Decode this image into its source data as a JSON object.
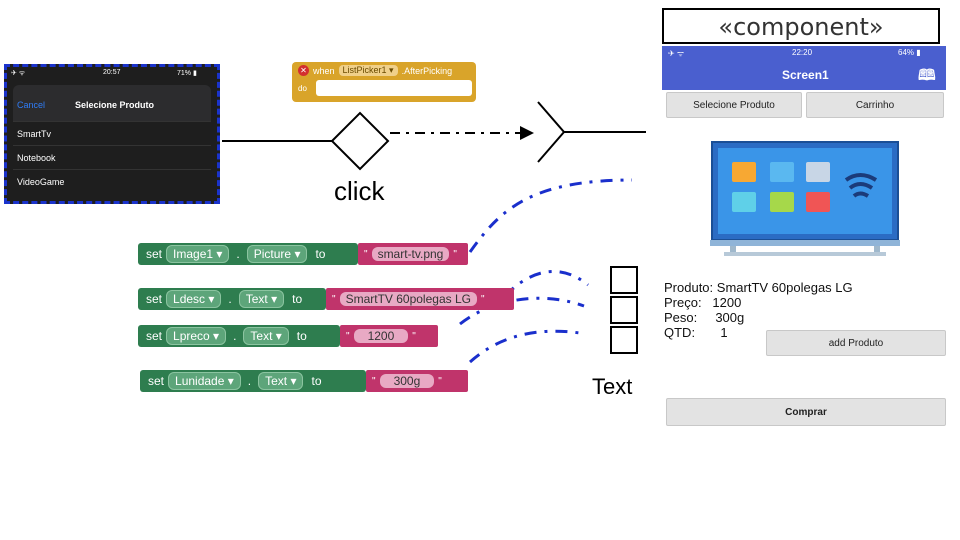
{
  "diagram": {
    "component_label": "«component»",
    "click_label": "click",
    "text_label": "Text"
  },
  "left_phone": {
    "status_time": "20:57",
    "status_battery": "71%",
    "cancel": "Cancel",
    "title": "Selecione Produto",
    "items": [
      "SmartTv",
      "Notebook",
      "VideoGame"
    ]
  },
  "event_block": {
    "when": "when",
    "picker": "ListPicker1",
    "event": ".AfterPicking",
    "do": "do"
  },
  "blocks": [
    {
      "set": "set",
      "component": "Image1",
      "property": "Picture",
      "to": "to",
      "value": "smart-tv.png"
    },
    {
      "set": "set",
      "component": "Ldesc",
      "property": "Text",
      "to": "to",
      "value": "SmartTV 60polegas LG"
    },
    {
      "set": "set",
      "component": "Lpreco",
      "property": "Text",
      "to": "to",
      "value": "1200"
    },
    {
      "set": "set",
      "component": "Lunidade",
      "property": "Text",
      "to": "to",
      "value": "300g"
    }
  ],
  "right_phone": {
    "status_time": "22:20",
    "status_battery": "64%",
    "screen_title": "Screen1",
    "btn_select": "Selecione Produto",
    "btn_cart": "Carrinho",
    "produto_label": "Produto:",
    "produto_value": "SmartTV 60polegas LG",
    "preco_label": "Preço:",
    "preco_value": "1200",
    "peso_label": "Peso:",
    "peso_value": "300g",
    "qtd_label": "QTD:",
    "qtd_value": "1",
    "btn_add": "add Produto",
    "btn_buy": "Comprar"
  },
  "colors": {
    "dashed_border": "#1a33cc",
    "set_block": "#2e7d4f",
    "text_block": "#c0346b",
    "event_block": "#d9a42a",
    "app_bar": "#4a5fcf"
  }
}
